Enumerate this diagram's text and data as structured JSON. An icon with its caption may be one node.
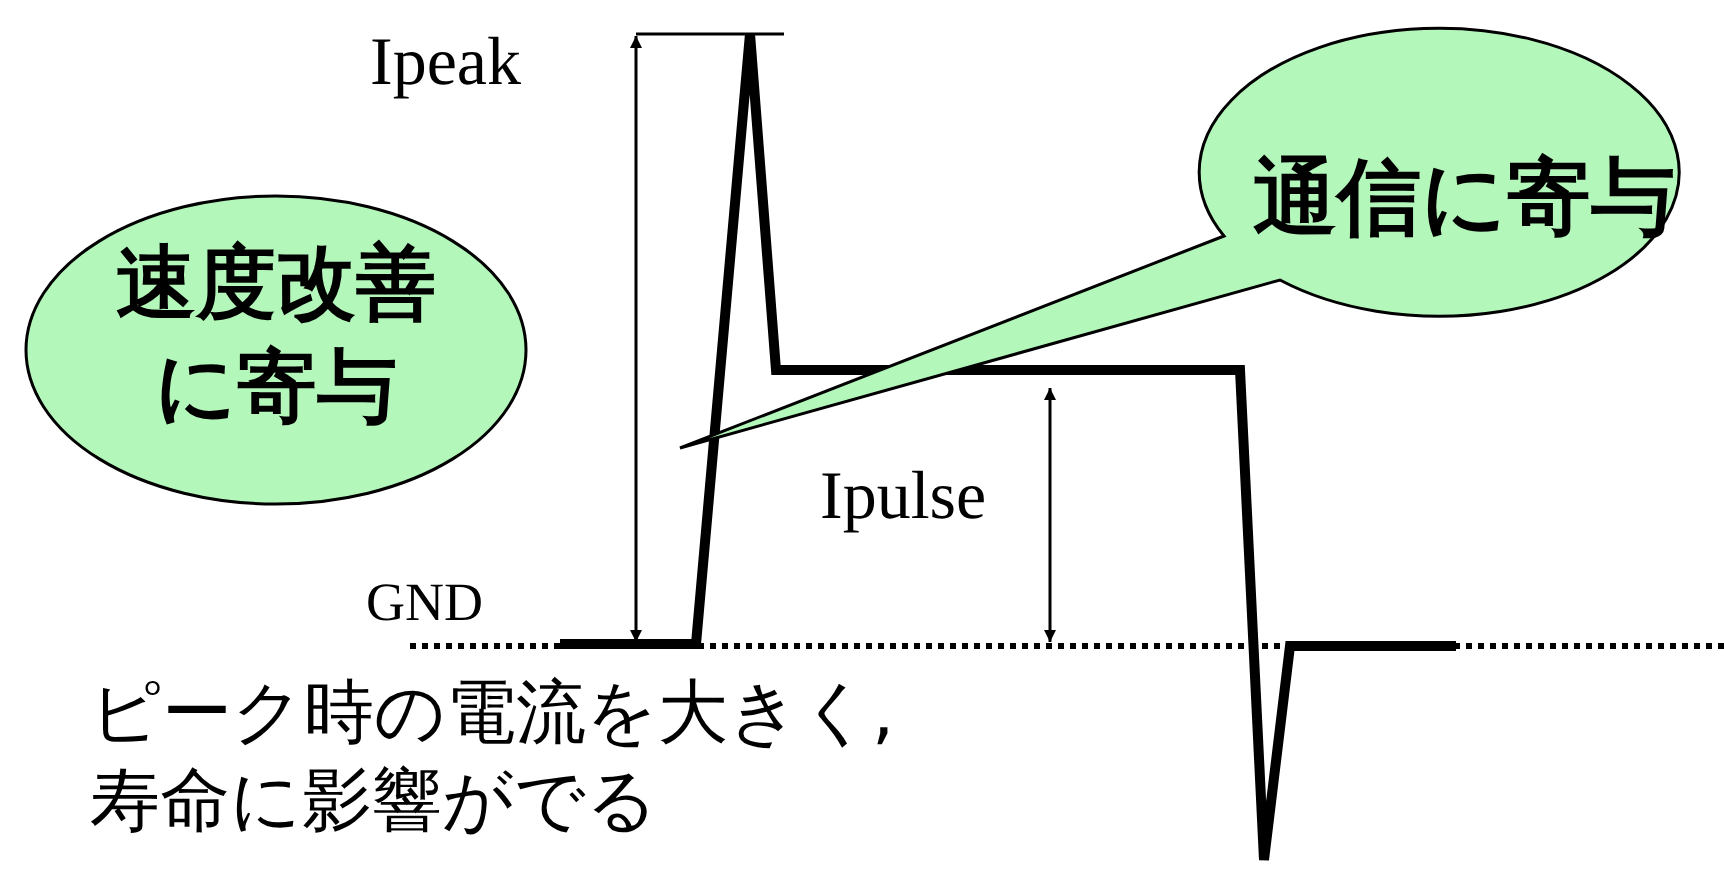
{
  "diagram": {
    "nodes": [
      {
        "text": [
          "速度改善に寄与"
        ]
      },
      {
        "text": [
          "通信に寄与"
        ]
      }
    ],
    "labels": [
      "Ipeak",
      "Ipulse",
      "GND",
      "ピーク時の電流を大きく,寿命に影響がでる"
    ]
  }
}
